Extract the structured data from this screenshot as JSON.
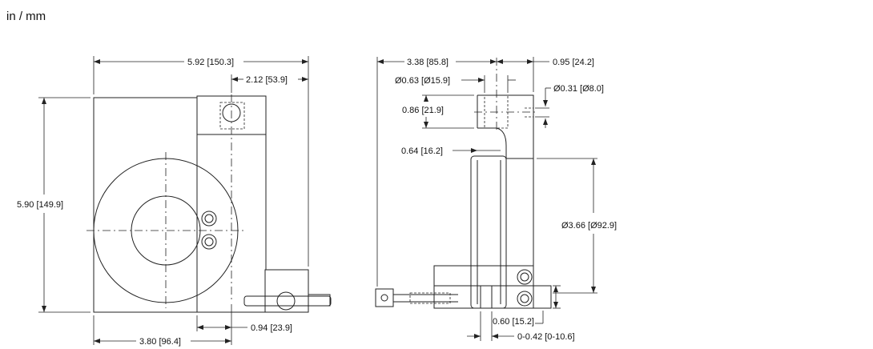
{
  "units": "in / mm",
  "front_view": {
    "overall_width": "5.92 [150.3]",
    "clamp_offset": "2.12 [53.9]",
    "overall_height": "5.90 [149.9]",
    "base_offset": "3.80 [96.4]",
    "screw_offset": "0.94 [23.9]"
  },
  "side_view": {
    "depth": "3.38 [85.8]",
    "block_width": "0.95 [24.2]",
    "bore_diameter": "Ø0.63 [Ø15.9]",
    "small_hole": "Ø0.31 [Ø8.0]",
    "block_height": "0.86 [21.9]",
    "slot_width": "0.64 [16.2]",
    "ring_diameter": "Ø3.66 [Ø92.9]",
    "clamp_height": "0.60 [15.2]",
    "adjust_range": "0-0.42 [0-10.6]"
  }
}
